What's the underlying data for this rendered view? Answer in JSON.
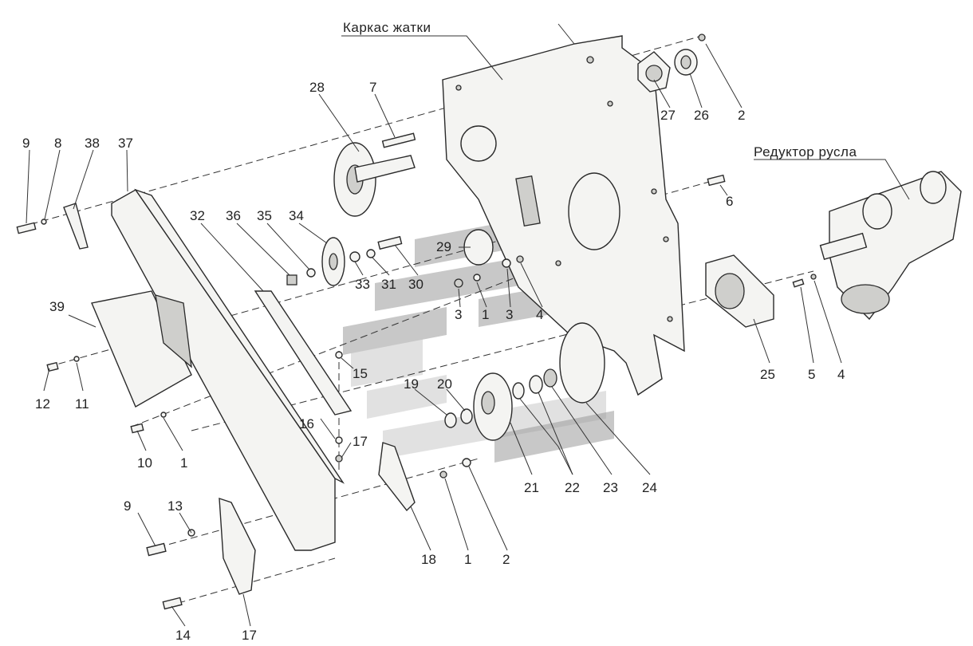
{
  "callouts": {
    "frame": "Каркас жатки",
    "gearbox": "Редуктор русла"
  },
  "labels": [
    {
      "id": "l9a",
      "text": "9"
    },
    {
      "id": "l8",
      "text": "8"
    },
    {
      "id": "l38",
      "text": "38"
    },
    {
      "id": "l37",
      "text": "37"
    },
    {
      "id": "l28",
      "text": "28"
    },
    {
      "id": "l7",
      "text": "7"
    },
    {
      "id": "l27",
      "text": "27"
    },
    {
      "id": "l26",
      "text": "26"
    },
    {
      "id": "l2a",
      "text": "2"
    },
    {
      "id": "l6",
      "text": "6"
    },
    {
      "id": "l32",
      "text": "32"
    },
    {
      "id": "l36",
      "text": "36"
    },
    {
      "id": "l35",
      "text": "35"
    },
    {
      "id": "l34",
      "text": "34"
    },
    {
      "id": "l29",
      "text": "29"
    },
    {
      "id": "l33",
      "text": "33"
    },
    {
      "id": "l31",
      "text": "31"
    },
    {
      "id": "l30",
      "text": "30"
    },
    {
      "id": "l3a",
      "text": "3"
    },
    {
      "id": "l1a",
      "text": "1"
    },
    {
      "id": "l3b",
      "text": "3"
    },
    {
      "id": "l4a",
      "text": "4"
    },
    {
      "id": "l39",
      "text": "39"
    },
    {
      "id": "l15",
      "text": "15"
    },
    {
      "id": "l12",
      "text": "12"
    },
    {
      "id": "l11",
      "text": "11"
    },
    {
      "id": "l19",
      "text": "19"
    },
    {
      "id": "l20",
      "text": "20"
    },
    {
      "id": "l25",
      "text": "25"
    },
    {
      "id": "l5",
      "text": "5"
    },
    {
      "id": "l4b",
      "text": "4"
    },
    {
      "id": "l16",
      "text": "16"
    },
    {
      "id": "l17a",
      "text": "17"
    },
    {
      "id": "l10",
      "text": "10"
    },
    {
      "id": "l1b",
      "text": "1"
    },
    {
      "id": "l21",
      "text": "21"
    },
    {
      "id": "l22",
      "text": "22"
    },
    {
      "id": "l23",
      "text": "23"
    },
    {
      "id": "l24",
      "text": "24"
    },
    {
      "id": "l9b",
      "text": "9"
    },
    {
      "id": "l13",
      "text": "13"
    },
    {
      "id": "l18",
      "text": "18"
    },
    {
      "id": "l1c",
      "text": "1"
    },
    {
      "id": "l2b",
      "text": "2"
    },
    {
      "id": "l14",
      "text": "14"
    },
    {
      "id": "l17b",
      "text": "17"
    }
  ]
}
